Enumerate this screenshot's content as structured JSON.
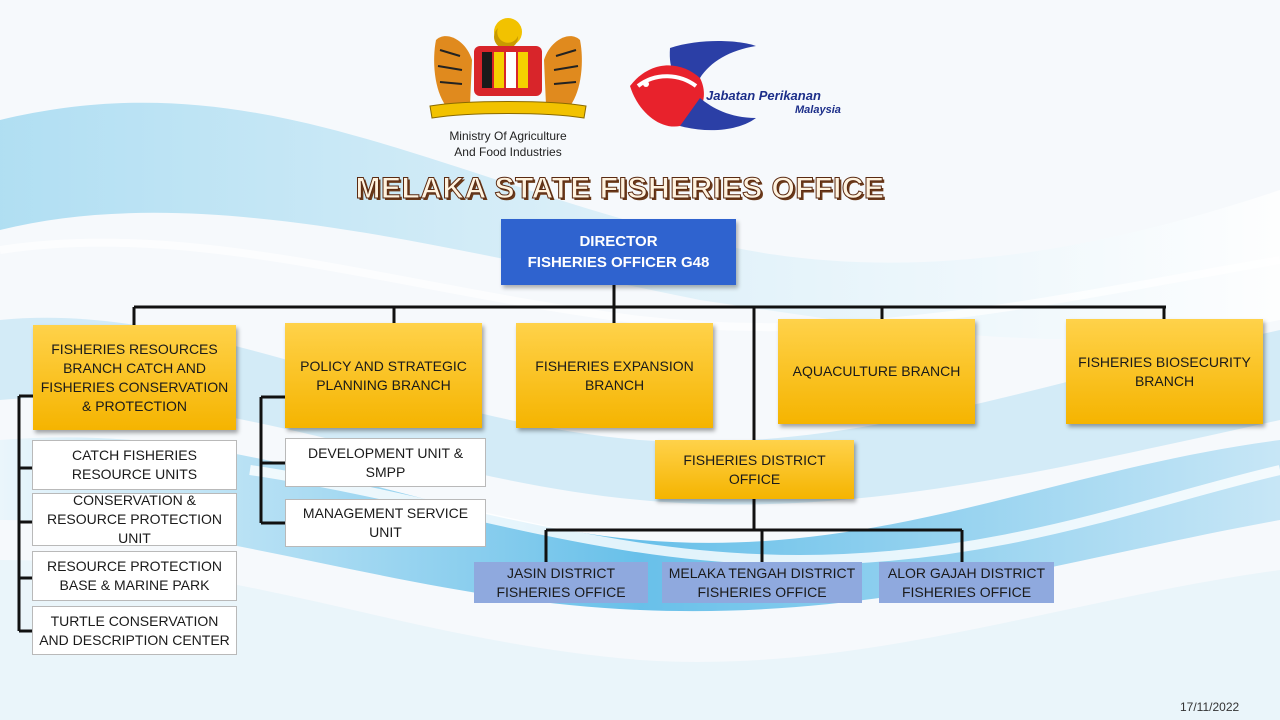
{
  "header": {
    "ministry_line1": "Ministry Of Agriculture",
    "ministry_line2": "And Food Industries",
    "jabatan_line1": "Jabatan Perikanan",
    "jabatan_line2": "Malaysia",
    "title": "MELAKA STATE FISHERIES OFFICE"
  },
  "director": {
    "line1": "DIRECTOR",
    "line2": "FISHERIES OFFICER G48"
  },
  "branches": [
    {
      "label": "FISHERIES RESOURCES BRANCH CATCH AND FISHERIES CONSERVATION & PROTECTION"
    },
    {
      "label": "POLICY AND STRATEGIC PLANNING BRANCH"
    },
    {
      "label": "FISHERIES EXPANSION BRANCH"
    },
    {
      "label": "AQUACULTURE BRANCH"
    },
    {
      "label": "FISHERIES BIOSECURITY BRANCH"
    }
  ],
  "resource_units": [
    {
      "label": "CATCH FISHERIES RESOURCE UNITS"
    },
    {
      "label": "CONSERVATION & RESOURCE PROTECTION UNIT"
    },
    {
      "label": "RESOURCE PROTECTION BASE & MARINE PARK"
    },
    {
      "label": "TURTLE CONSERVATION AND DESCRIPTION CENTER"
    }
  ],
  "policy_units": [
    {
      "label": "DEVELOPMENT UNIT & SMPP"
    },
    {
      "label": "MANAGEMENT SERVICE UNIT"
    }
  ],
  "district_office": {
    "label": "FISHERIES DISTRICT OFFICE"
  },
  "districts": [
    {
      "label": "JASIN DISTRICT FISHERIES OFFICE"
    },
    {
      "label": "MELAKA TENGAH DISTRICT FISHERIES OFFICE"
    },
    {
      "label": "ALOR GAJAH DISTRICT FISHERIES OFFICE"
    }
  ],
  "footer": {
    "date": "17/11/2022"
  },
  "colors": {
    "director": "#2f63cf",
    "branch": "#f5b400",
    "district": "#8fa9de",
    "wave": "#7fc8e8"
  }
}
